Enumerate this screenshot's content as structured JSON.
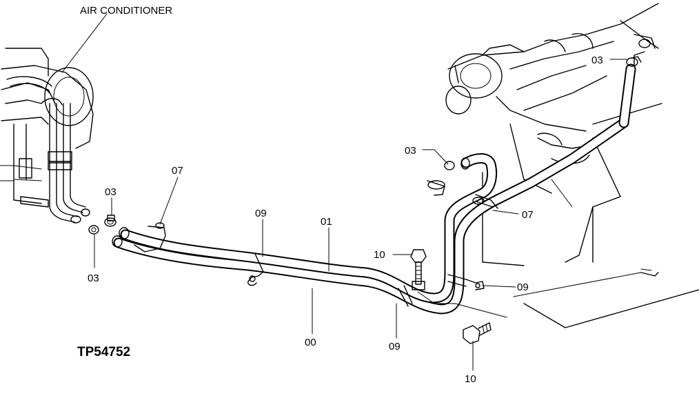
{
  "diagram": {
    "title_label": "AIR CONDITIONER",
    "figure_code": "TP54752",
    "callouts": [
      {
        "id": "c-03-a",
        "text": "03"
      },
      {
        "id": "c-03-b",
        "text": "03"
      },
      {
        "id": "c-07-a",
        "text": "07"
      },
      {
        "id": "c-09-a",
        "text": "09"
      },
      {
        "id": "c-01",
        "text": "01"
      },
      {
        "id": "c-10-a",
        "text": "10"
      },
      {
        "id": "c-00",
        "text": "00"
      },
      {
        "id": "c-09-b",
        "text": "09"
      },
      {
        "id": "c-03-c",
        "text": "03"
      },
      {
        "id": "c-03-d",
        "text": "03"
      },
      {
        "id": "c-07-b",
        "text": "07"
      },
      {
        "id": "c-09-c",
        "text": "09"
      },
      {
        "id": "c-10-b",
        "text": "10"
      }
    ]
  }
}
